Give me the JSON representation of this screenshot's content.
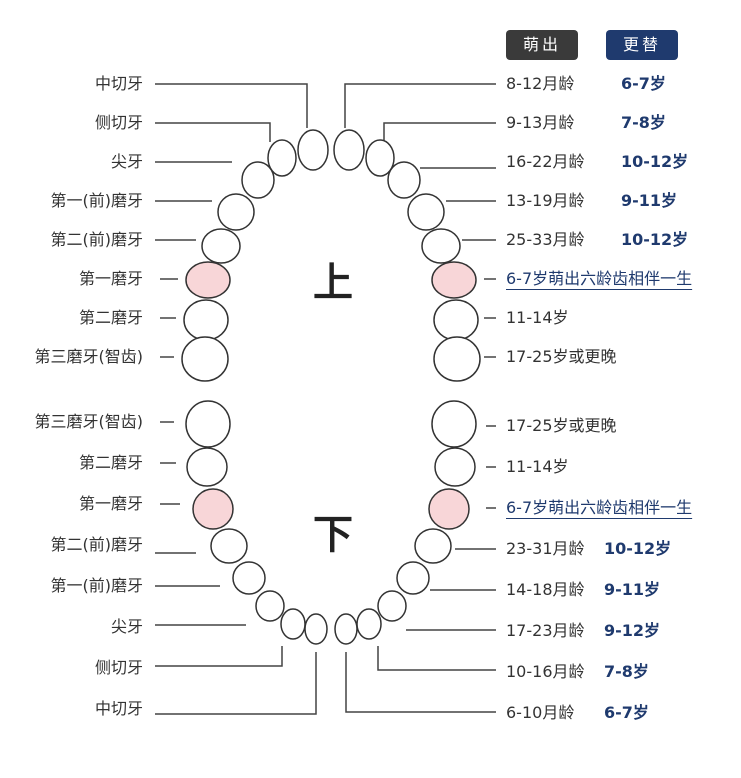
{
  "headers": {
    "eruption": "萌出",
    "replacement": "更替"
  },
  "upper": {
    "jaw_label": "上",
    "left_labels": [
      "中切牙",
      "侧切牙",
      "尖牙",
      "第一(前)磨牙",
      "第二(前)磨牙",
      "第一磨牙",
      "第二磨牙",
      "第三磨牙(智齿)"
    ],
    "eruption": [
      "8-12月龄",
      "9-13月龄",
      "16-22月龄",
      "13-19月龄",
      "25-33月龄",
      "6-7岁萌出六龄齿相伴一生",
      "11-14岁",
      "17-25岁或更晚"
    ],
    "replacement": [
      "6-7岁",
      "7-8岁",
      "10-12岁",
      "9-11岁",
      "10-12岁",
      "",
      "",
      ""
    ]
  },
  "lower": {
    "jaw_label": "下",
    "left_labels": [
      "第三磨牙(智齿)",
      "第二磨牙",
      "第一磨牙",
      "第二(前)磨牙",
      "第一(前)磨牙",
      "尖牙",
      "侧切牙",
      "中切牙"
    ],
    "eruption": [
      "17-25岁或更晚",
      "11-14岁",
      "6-7岁萌出六龄齿相伴一生",
      "23-31月龄",
      "14-18月龄",
      "17-23月龄",
      "10-16月龄",
      "6-10月龄"
    ],
    "replacement": [
      "",
      "",
      "",
      "10-12岁",
      "9-11岁",
      "9-12岁",
      "7-8岁",
      "6-7岁"
    ]
  },
  "colors": {
    "first_molar": "#f8d6d8",
    "accent": "#1f3a6e",
    "line": "#444444"
  }
}
